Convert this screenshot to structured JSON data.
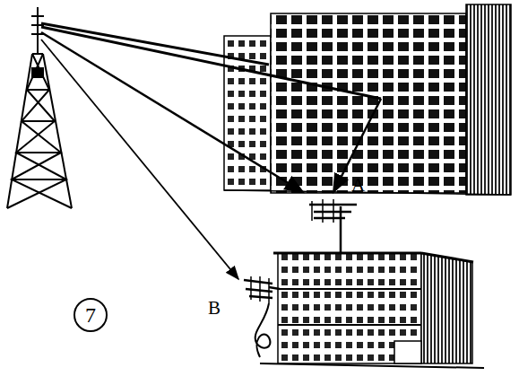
{
  "diagram": {
    "labels": [
      "A",
      "B",
      "7"
    ]
  }
}
